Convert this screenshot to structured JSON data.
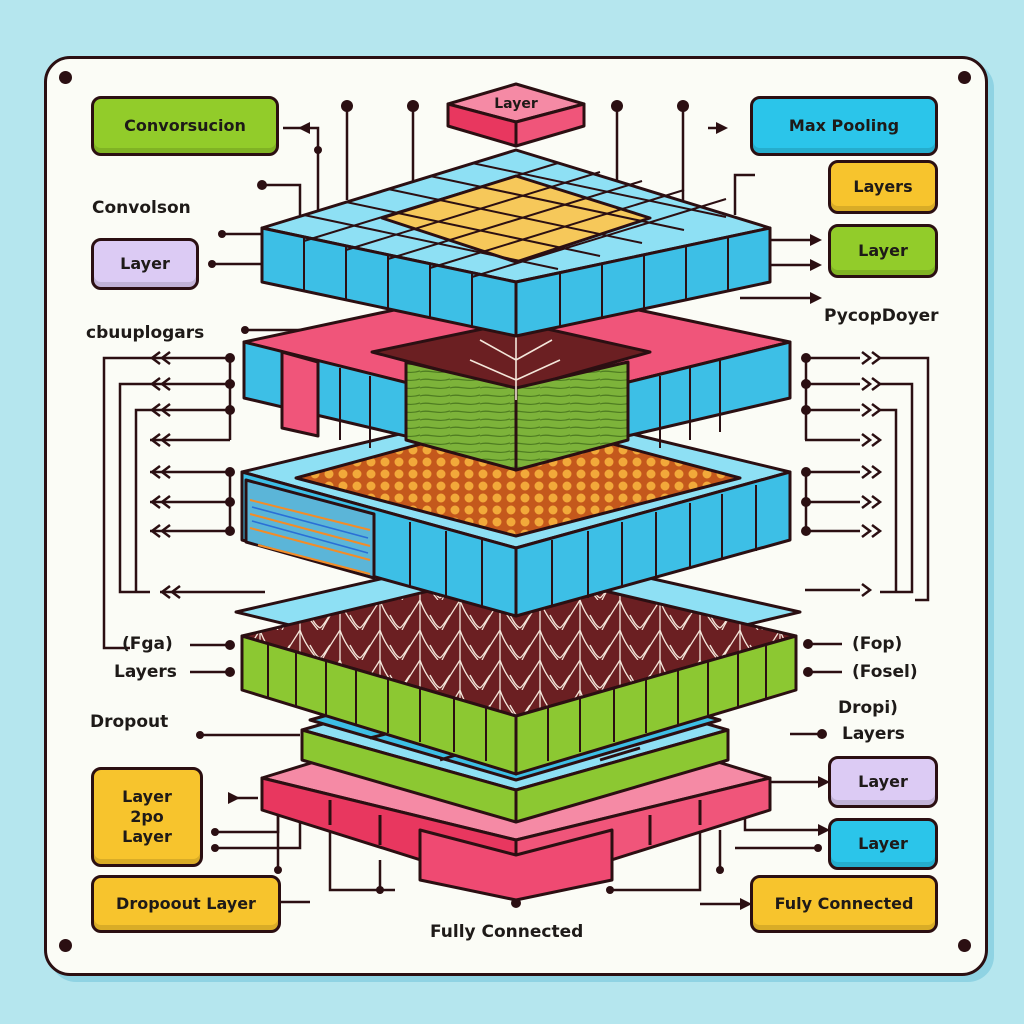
{
  "title_box": {
    "label": "Layer",
    "color": "#f0557a"
  },
  "left_boxes": [
    {
      "id": "convolution",
      "label": "Convorsucion",
      "color": "#92cc2a"
    },
    {
      "id": "layer-purple",
      "label": "Layer",
      "color": "#dccbf4"
    },
    {
      "id": "layer-2po",
      "lines": [
        "Layer",
        "2po",
        "Layer"
      ],
      "color": "#f7c42d"
    },
    {
      "id": "dropout-layer",
      "label": "Dropoout Layer",
      "color": "#f7c42d"
    }
  ],
  "right_boxes": [
    {
      "id": "max-pooling",
      "label": "Max Pooling",
      "color": "#2bc5ea"
    },
    {
      "id": "layers-orange",
      "label": "Layers",
      "color": "#f7c42d"
    },
    {
      "id": "layer-green",
      "label": "Layer",
      "color": "#92cc2a"
    },
    {
      "id": "layer-purple-right",
      "label": "Layer",
      "color": "#dccbf4"
    },
    {
      "id": "layer-cyan",
      "label": "Layer",
      "color": "#2bc5ea"
    },
    {
      "id": "fully-connected-box",
      "label": "Fuly Connected",
      "color": "#f7c42d"
    }
  ],
  "left_labels": {
    "convolson": "Convolson",
    "cbuuplogars": "cbuuplogars",
    "fga": "(Fga)",
    "layers": "Layers",
    "dropout": "Dropout"
  },
  "right_labels": {
    "pycopdoyer": "PycopDoyer",
    "fop": "(Fop)",
    "fosel": "(Fosel)",
    "dropi": "Dropi)",
    "layers": "Layers"
  },
  "bottom_label": "Fully Connected",
  "stack_layers": [
    {
      "name": "convolution-grid",
      "color": "#3dbfe6",
      "accent": "#f6c85a"
    },
    {
      "name": "pooling-block",
      "color": "#3dbfe6",
      "accent": "#f0557a",
      "inner": "#7da83a"
    },
    {
      "name": "feature-map",
      "color": "#3dbfe6",
      "inner": "#e0902a"
    },
    {
      "name": "dense-roots",
      "color": "#8cc832",
      "inner": "#6b1f22"
    },
    {
      "name": "dropout-slab",
      "color": "#3dbfe6",
      "accent": "#8cc832"
    },
    {
      "name": "fully-connected-slab",
      "color": "#f0557a"
    }
  ],
  "colors": {
    "background": "#b5e6ee",
    "card": "#fbfcf6",
    "outline": "#2b0f12"
  }
}
